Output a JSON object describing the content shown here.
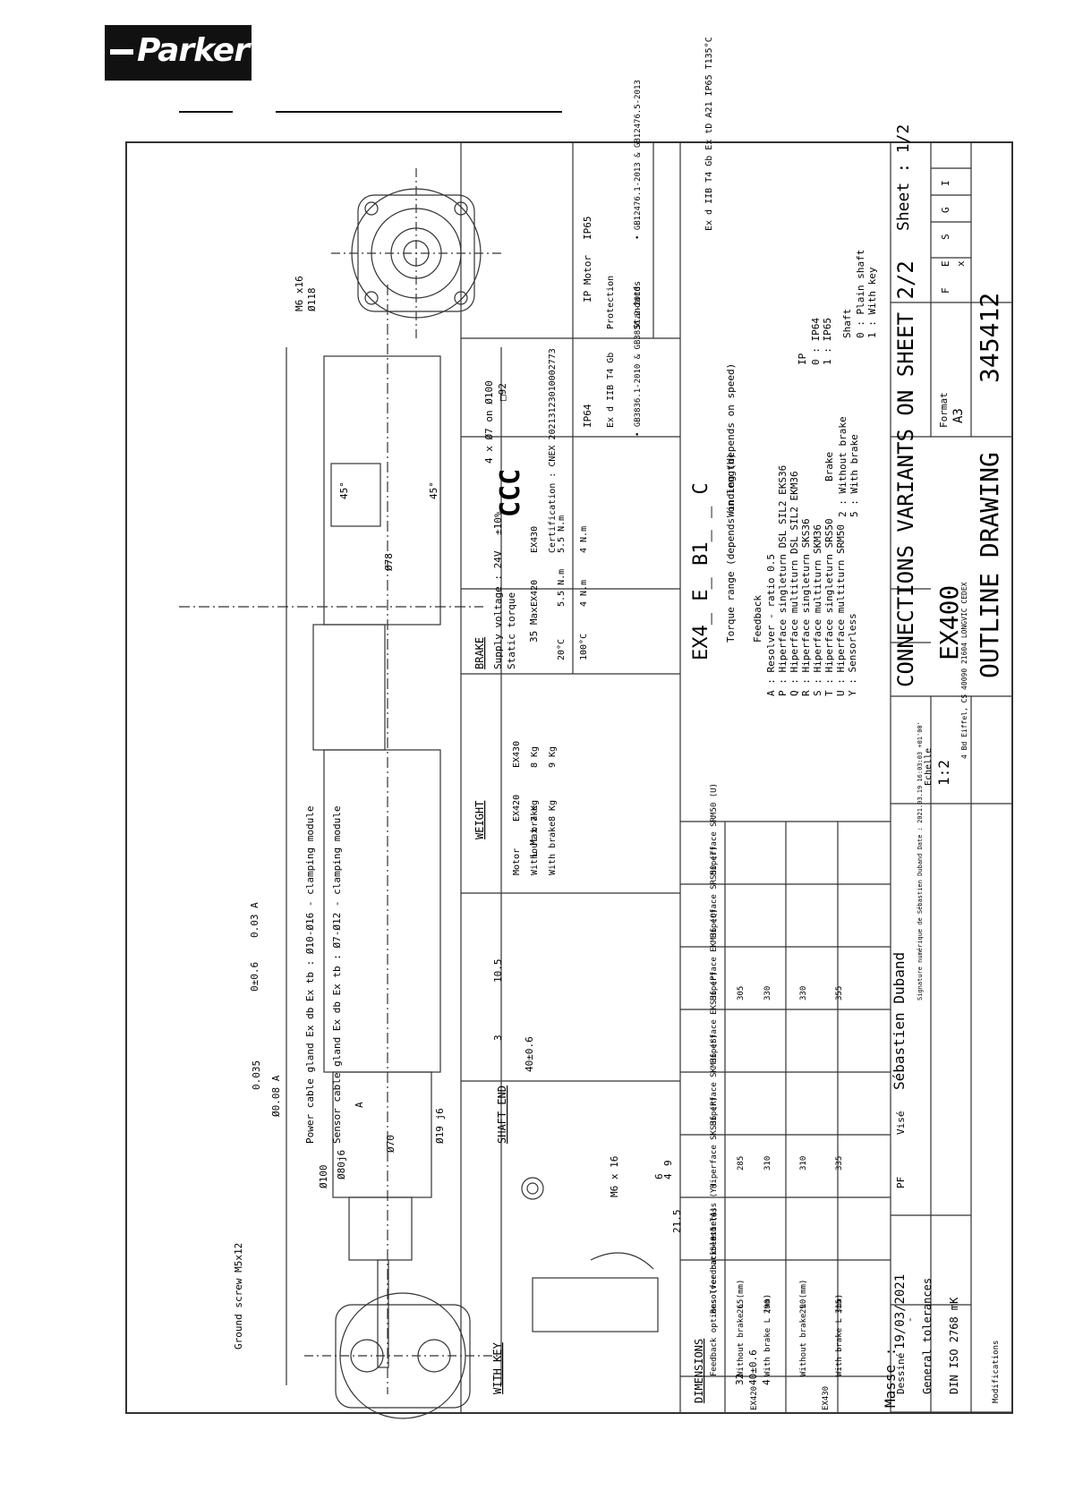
{
  "brand": {
    "logo_text": "Parker"
  },
  "drawing": {
    "title": "OUTLINE DRAWING",
    "product": "EX400",
    "number": "345412",
    "sheet": "Sheet : 1/2",
    "connections_note": "CONNECTIONS VARIANTS ON SHEET 2/2",
    "format_label": "Format",
    "format_value": "A3",
    "revision_headers": [
      "F",
      "E",
      "S",
      "G",
      "I"
    ],
    "revision_mark": "x",
    "scale_label": "Echelle",
    "scale_value": "1:2",
    "company_address": "4 Bd Eiffel, CS 40090\n21604 LONGVIC CEDEX",
    "designed_label": "Dessiné",
    "designed_date": "19/03/2021",
    "designed_by": "PF",
    "checked_label": "Visé",
    "checked_by": "Sébastien Duband",
    "signature_note": "Signature numérique de Sébastien Duband\nDate : 2021.03.19\n16:03:03 +01'00'",
    "general_tolerances": "General tolerances",
    "tolerance_std": "DIN ISO\n2768 mK",
    "masse": "Masse :",
    "modifications": "Modifications",
    "dash": "-"
  },
  "views": {
    "with_key": "WITH KEY",
    "shaft_end": "SHAFT END",
    "ground_screw": "Ground screw M5x12",
    "power_gland": "Power cable gland Ex db Ex tb :\nØ10-Ø16 - clamping module",
    "sensor_gland": "Sensor cable gland Ex db Ex tb :\nØ7-Ø12 - clamping module",
    "dims": [
      "M6 x16",
      "Ø118",
      "4 x Ø7 on Ø100",
      "□92",
      "45°",
      "45°",
      "Ø78",
      "35 Max",
      "L Max",
      "0.03 A",
      "0±0.6",
      "10.5",
      "3",
      "40±0.6",
      "0.035",
      "Ø0.08 A",
      "A",
      "Ø19 j6",
      "Ø70",
      "Ø80j6",
      "Ø100",
      "M6 x 16",
      "6",
      "4",
      "9",
      "21.5",
      "32",
      "40±0.6",
      "4"
    ]
  },
  "cert": {
    "mark": "CCC",
    "certification": "Certification :\nCNEX 20213123010002773",
    "header": [
      "IP Motor",
      "IP64",
      "IP65"
    ],
    "protection_label": "Protection",
    "protection_ip64": "Ex d IIB T4 Gb",
    "protection_ip65": "Ex d IIB T4 Gb\nEx tD A21 IP65 T135°C",
    "standards_label": "Standards",
    "standards_ip64": "• GB3836.1-2010 & GB3836.2-2010",
    "standards_ip65": "• GB12476.1-2013 & GB12476.5-2013"
  },
  "weight": {
    "title": "WEIGHT",
    "headers": [
      "Motor",
      "Without brake",
      "With brake"
    ],
    "rows": [
      [
        "EX420",
        "7 Kg",
        "8 Kg"
      ],
      [
        "EX430",
        "8 Kg",
        "9 Kg"
      ]
    ]
  },
  "brake": {
    "title": "BRAKE",
    "supply": "Supply voltage : 24V",
    "tolerance": "±10%",
    "static": "Static torque",
    "headers": [
      "",
      "EX420",
      "EX430"
    ],
    "rows": [
      [
        "20°C",
        "5.5 N.m",
        "5.5 N.m"
      ],
      [
        "100°C",
        "4 N.m",
        "4 N.m"
      ]
    ]
  },
  "code": {
    "template": "EX4_ E_ B1_ _ C",
    "torque_range": "Torque range\n(depends on length)",
    "winding": "Winding\n(depends on speed)",
    "feedback_title": "Feedback",
    "feedback": [
      "A : Resolver - ratio 0.5",
      "P : Hiperface singleturn DSL SIL2 EKS36",
      "Q : Hiperface multiturn DSL SIL2 EKM36",
      "R : Hiperface singleturn SKS36",
      "S : Hiperface multiturn SKM36",
      "T : Hiperface singleturn SRS50",
      "U : Hiperface multiturn SRM50",
      "Y : Sensorless"
    ],
    "brake_title": "Brake",
    "brake": [
      "2 : Without brake",
      "5 : With brake"
    ],
    "ip_title": "IP",
    "ip": [
      "0 : IP64",
      "1 : IP65"
    ],
    "shaft_title": "Shaft",
    "shaft": [
      "0 : Plain shaft",
      "1 : With key"
    ]
  },
  "dimensions": {
    "title": "DIMENSIONS",
    "headers": [
      "Feedback options\n(feedback letter)",
      "Resolver\nratio 0.5 (A)",
      "Sensorless\n(Y)",
      "Hiperface\nSKS36 (R)",
      "Hiperface\nSKM36 (S)",
      "Hiperface\nEKS36 (P)",
      "Hiperface\nEKM36 (Q)",
      "Hiperface\nSRS50 (T)",
      "Hiperface\nSRM50 (U)"
    ],
    "groups": [
      "EX420",
      "EX430"
    ],
    "rows": [
      [
        "Without brake  L (mm)",
        "265",
        "",
        "285",
        "",
        "305",
        ""
      ],
      [
        "With brake  L (mm)",
        "290",
        "",
        "310",
        "",
        "330",
        ""
      ],
      [
        "Without brake  L (mm)",
        "290",
        "",
        "310",
        "",
        "330",
        ""
      ],
      [
        "With brake  L (mm)",
        "315",
        "",
        "335",
        "",
        "355",
        ""
      ]
    ]
  }
}
